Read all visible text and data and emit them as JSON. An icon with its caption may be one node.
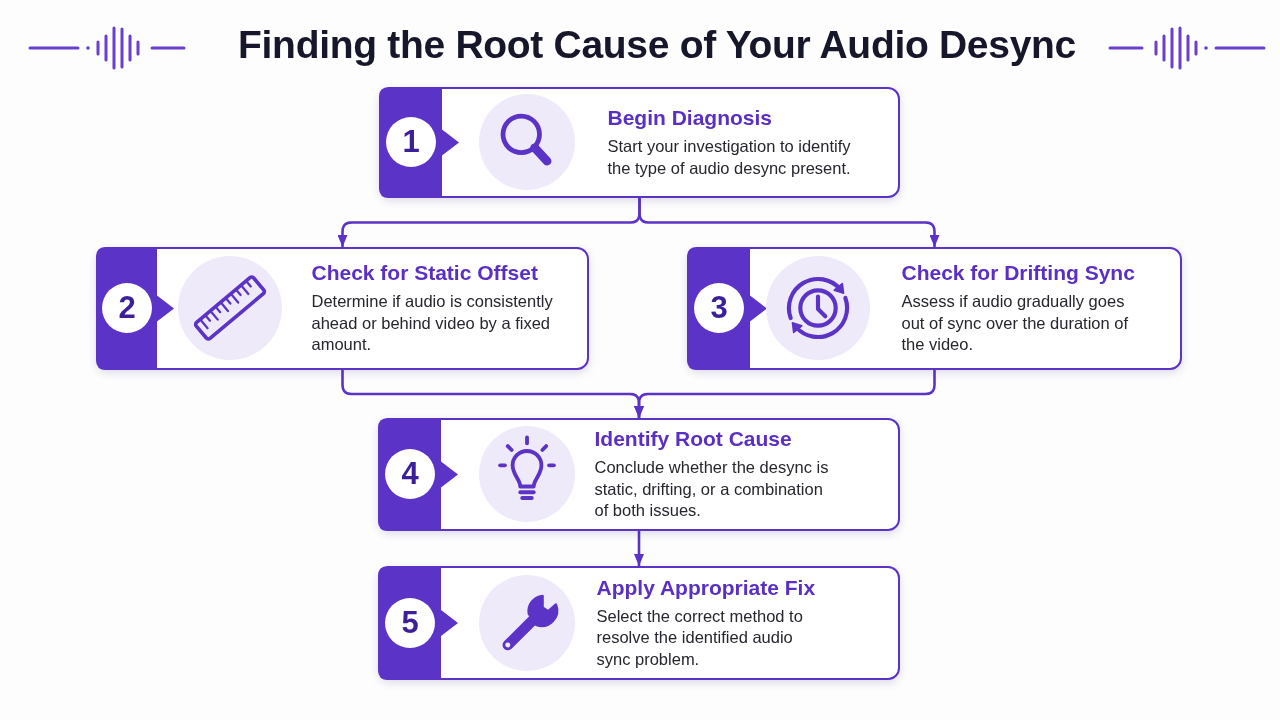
{
  "diagram": {
    "title": "Finding the Root Cause of Your Audio Desync",
    "nodes": [
      {
        "text": [
          "1",
          "Begin Diagnosis",
          "Start your investigation to identify the type of audio desync present."
        ]
      },
      {
        "text": [
          "2",
          "Check for Static Offset",
          "Determine if audio is consistently ahead or behind video by a fixed amount."
        ]
      },
      {
        "text": [
          "3",
          "Check for Drifting Sync",
          "Assess if audio gradually goes out of sync over the duration of the video."
        ]
      },
      {
        "text": [
          "4",
          "Identify Root Cause",
          "Conclude whether the desync is static, drifting, or a combination of both issues."
        ]
      },
      {
        "text": [
          "5",
          "Apply Appropriate Fix",
          "Select the correct method to resolve the identified audio sync problem."
        ]
      }
    ],
    "edges": [
      {
        "from": 0,
        "to": 1,
        "arrow": "to"
      },
      {
        "from": 0,
        "to": 2,
        "arrow": "to"
      },
      {
        "from": 1,
        "to": 3,
        "arrow": "to"
      },
      {
        "from": 2,
        "to": 3,
        "arrow": "to"
      },
      {
        "from": 3,
        "to": 4,
        "arrow": "to"
      }
    ]
  }
}
